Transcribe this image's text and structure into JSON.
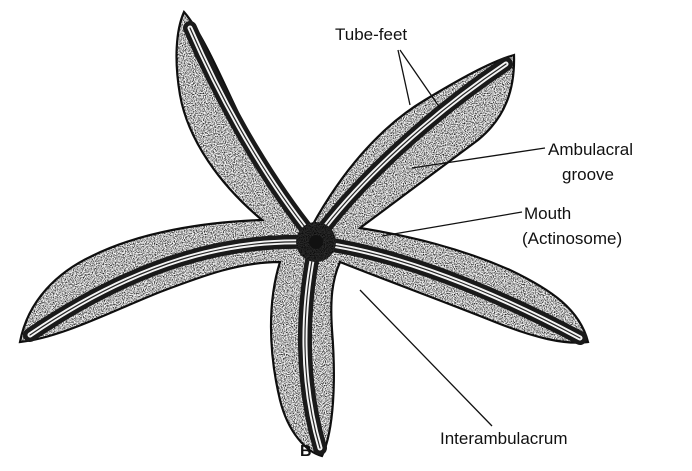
{
  "figure": {
    "subject": "starfish",
    "view": "oral (ventral) surface",
    "labels": {
      "tube_feet": "Tube-feet",
      "ambulacral_groove_line1": "Ambulacral",
      "ambulacral_groove_line2": "groove",
      "mouth_line1": "Mouth",
      "mouth_line2": "(Actinosome)",
      "interambulacrum": "Interambulacrum",
      "panel_letter": "B"
    },
    "colors": {
      "ink": "#111111",
      "body_fill": "#f4f4f4",
      "background": "#ffffff"
    }
  }
}
